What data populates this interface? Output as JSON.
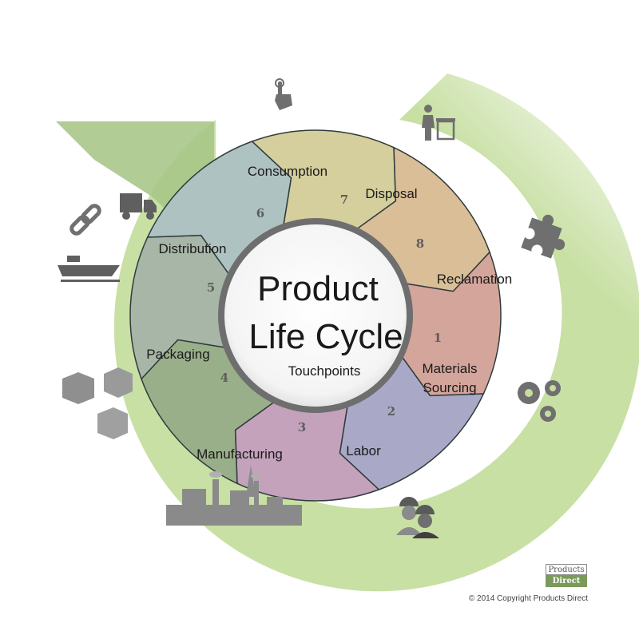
{
  "diagram": {
    "center": {
      "title_line1": "Product",
      "title_line2": "Life Cycle",
      "subtitle": "Touchpoints"
    },
    "stages": [
      {
        "number": "1",
        "label_lines": [
          "Materials",
          "Sourcing"
        ],
        "color": "#d4a59b"
      },
      {
        "number": "2",
        "label_lines": [
          "Labor"
        ],
        "color": "#a9a9c7"
      },
      {
        "number": "3",
        "label_lines": [
          "Manufacturing"
        ],
        "color": "#c4a2bc"
      },
      {
        "number": "4",
        "label_lines": [
          "Packaging"
        ],
        "color": "#99af8a"
      },
      {
        "number": "5",
        "label_lines": [
          "Distribution"
        ],
        "color": "#a8b6a8"
      },
      {
        "number": "6",
        "label_lines": [
          "Consumption"
        ],
        "color": "#afc2c2"
      },
      {
        "number": "7",
        "label_lines": [
          "Disposal"
        ],
        "color": "#d4cf9c"
      },
      {
        "number": "8",
        "label_lines": [
          "Reclamation"
        ],
        "color": "#d9be98"
      }
    ],
    "arrow_color": "#c5de9f",
    "icons": [
      "touch-icon",
      "trash-person-icon",
      "puzzle-icon",
      "gears-icon",
      "workers-icon",
      "factory-icon",
      "boxes-icon",
      "ship-icon",
      "chain-link-icon",
      "truck-icon"
    ]
  },
  "footer": {
    "logo_top": "Products",
    "logo_bottom": "Direct",
    "copyright": "© 2014 Copyright Products Direct"
  }
}
